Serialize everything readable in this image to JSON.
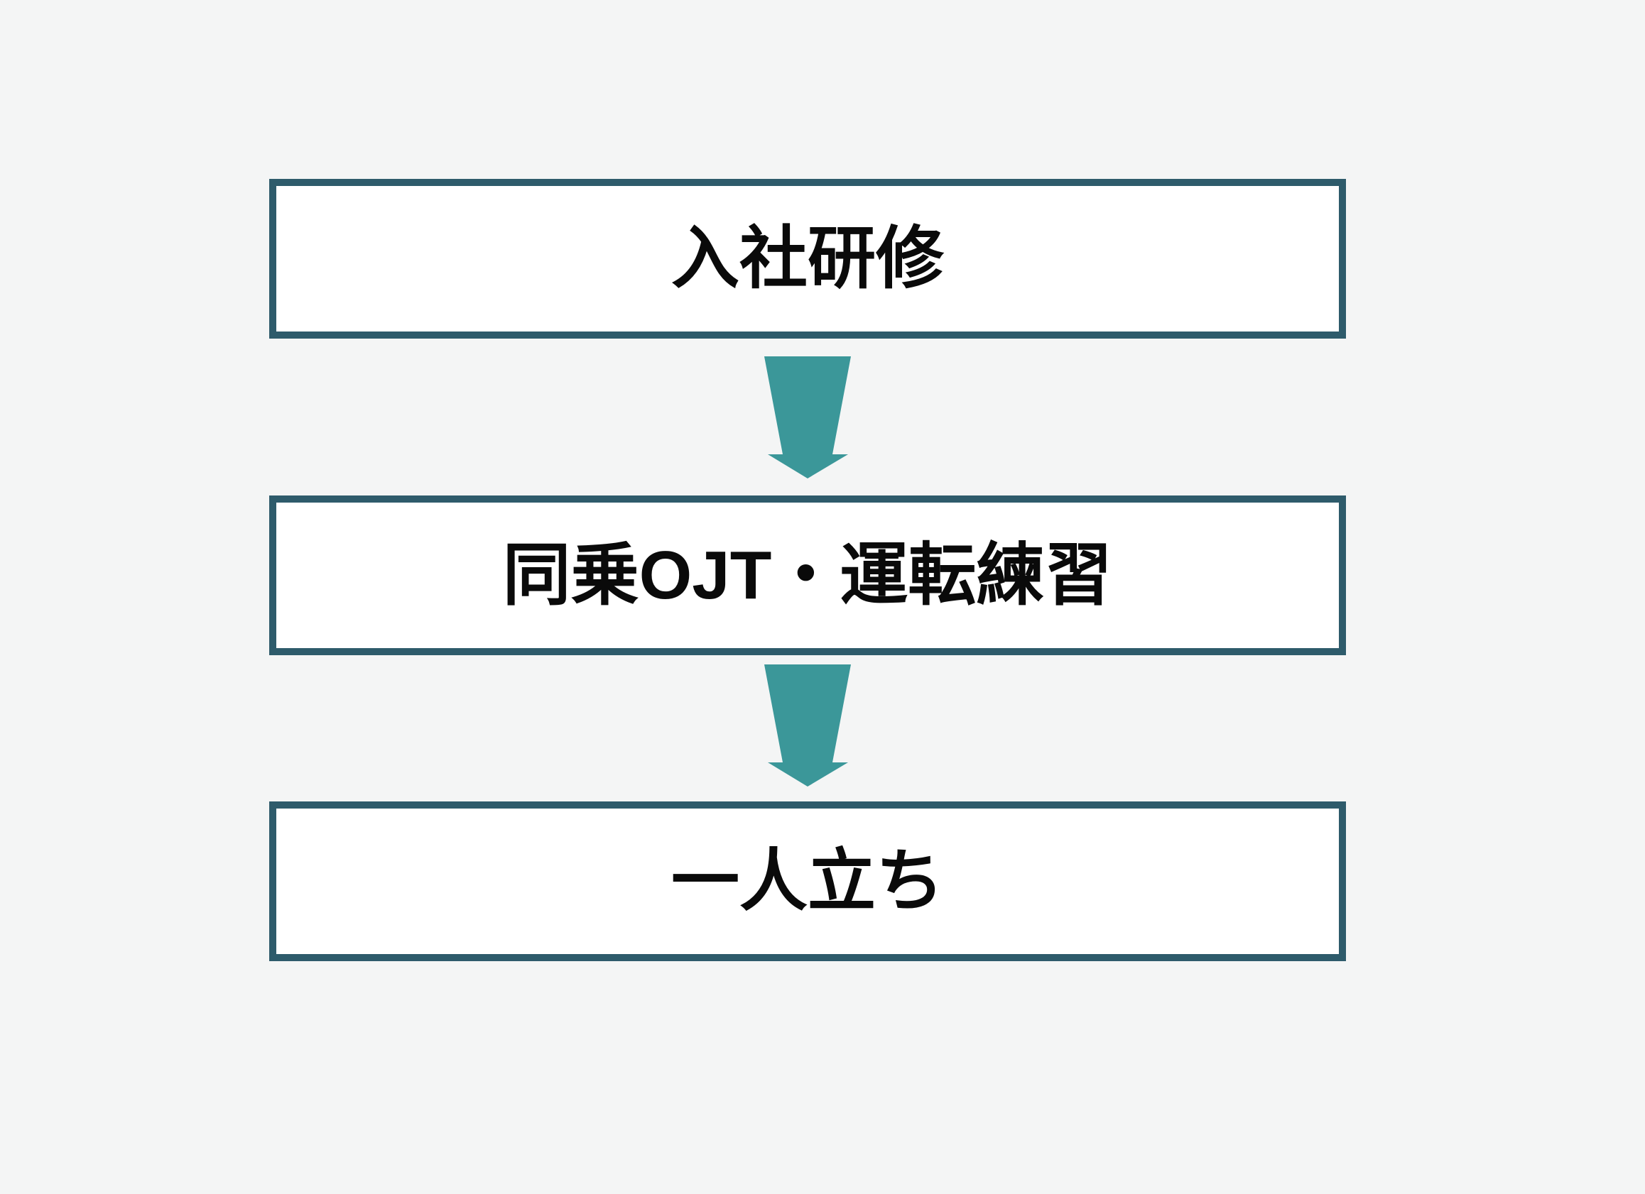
{
  "diagram": {
    "type": "flow",
    "direction": "top-to-bottom",
    "steps": [
      {
        "label": "入社研修"
      },
      {
        "label": "同乗OJT・運転練習"
      },
      {
        "label": "一人立ち"
      }
    ],
    "connector": "down-arrow"
  },
  "colors": {
    "background": "#F4F5F5",
    "box_fill": "#FFFFFF",
    "box_border": "#2E5B6B",
    "arrow_fill": "#3B9799",
    "text": "#0A0A0A"
  }
}
